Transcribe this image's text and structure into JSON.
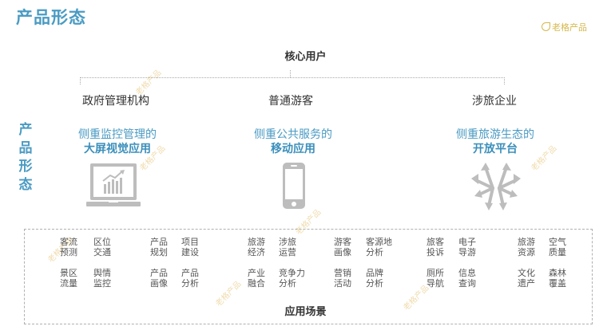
{
  "header": {
    "title": "产品形态",
    "brand": "老格产品"
  },
  "core_users": {
    "title": "核心用户",
    "users": [
      {
        "label": "政府管理机构"
      },
      {
        "label": "普通游客"
      },
      {
        "label": "涉旅企业"
      }
    ]
  },
  "product_forms": {
    "side_label": [
      "产",
      "品",
      "形",
      "态"
    ],
    "items": [
      {
        "line1": "侧重监控管理的",
        "line2": "大屏视觉应用",
        "icon": "laptop-chart-icon"
      },
      {
        "line1": "侧重公共服务的",
        "line2": "移动应用",
        "icon": "smartphone-icon"
      },
      {
        "line1": "侧重旅游生态的",
        "line2": "开放平台",
        "icon": "arrows-spread-icon"
      }
    ]
  },
  "scenarios": {
    "title": "应用场景",
    "groups": [
      [
        [
          "客流",
          "预测"
        ],
        [
          "区位",
          "交通"
        ],
        [
          "景区",
          "流量"
        ],
        [
          "舆情",
          "监控"
        ]
      ],
      [
        [
          "产品",
          "规划"
        ],
        [
          "项目",
          "建设"
        ],
        [
          "产品",
          "画像"
        ],
        [
          "产品",
          "分析"
        ]
      ],
      [
        [
          "旅游",
          "经济"
        ],
        [
          "涉旅",
          "运营"
        ],
        [
          "产业",
          "融合"
        ],
        [
          "竞争力",
          "分析"
        ]
      ],
      [
        [
          "游客",
          "画像"
        ],
        [
          "客源地",
          "分析"
        ],
        [
          "营销",
          "活动"
        ],
        [
          "品牌",
          "分析"
        ]
      ],
      [
        [
          "旅客",
          "投诉"
        ],
        [
          "电子",
          "导游"
        ],
        [
          "厕所",
          "导航"
        ],
        [
          "信息",
          "查询"
        ]
      ],
      [
        [
          "旅游",
          "资源"
        ],
        [
          "空气",
          "质量"
        ],
        [
          "文化",
          "遗产"
        ],
        [
          "森林",
          "覆盖"
        ]
      ]
    ]
  },
  "colors": {
    "accent": "#4a9bc3",
    "icon_gray": "#bdbdbd",
    "brand_gold": "#d4b84a"
  }
}
